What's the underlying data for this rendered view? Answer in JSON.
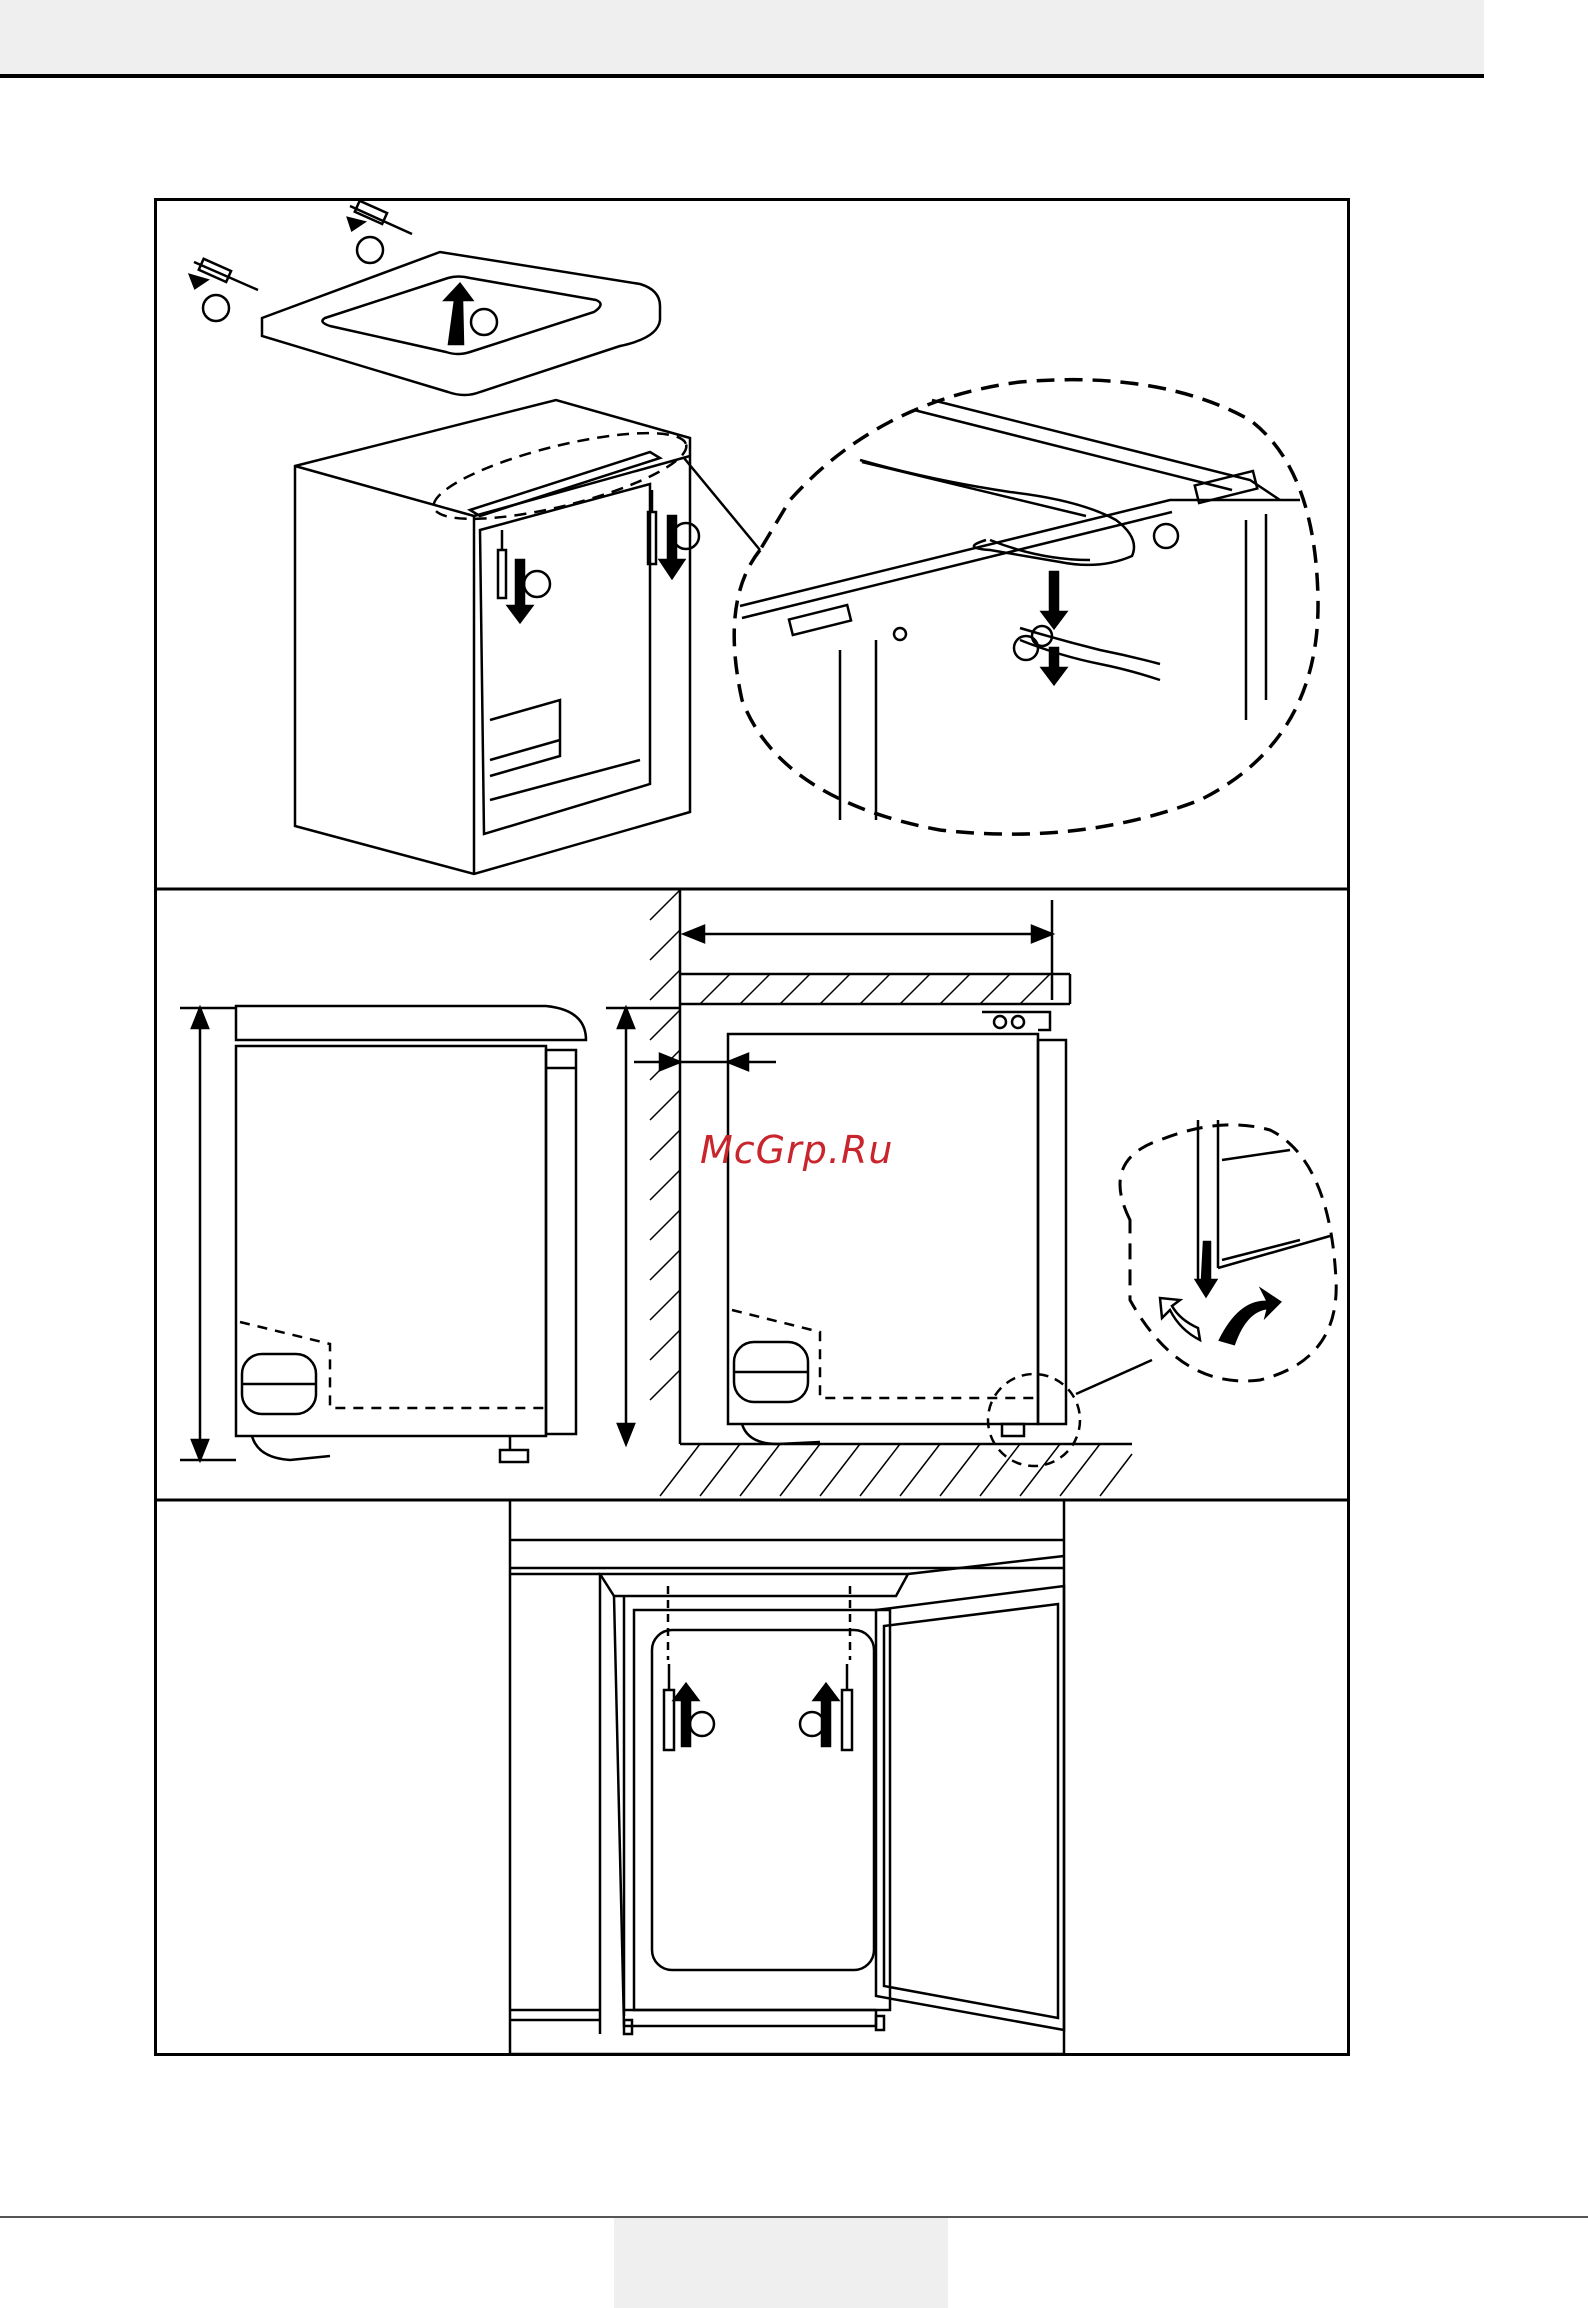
{
  "header": {},
  "figure": {
    "panels": [
      {
        "id": "top-cover-removal"
      },
      {
        "id": "side-clearance"
      },
      {
        "id": "door-mounting"
      }
    ]
  },
  "watermark": {
    "text": "McGrp.Ru"
  },
  "footer": {},
  "colors": {
    "line": "#000000",
    "watermark": "#c9252c",
    "header": "#efefef"
  }
}
